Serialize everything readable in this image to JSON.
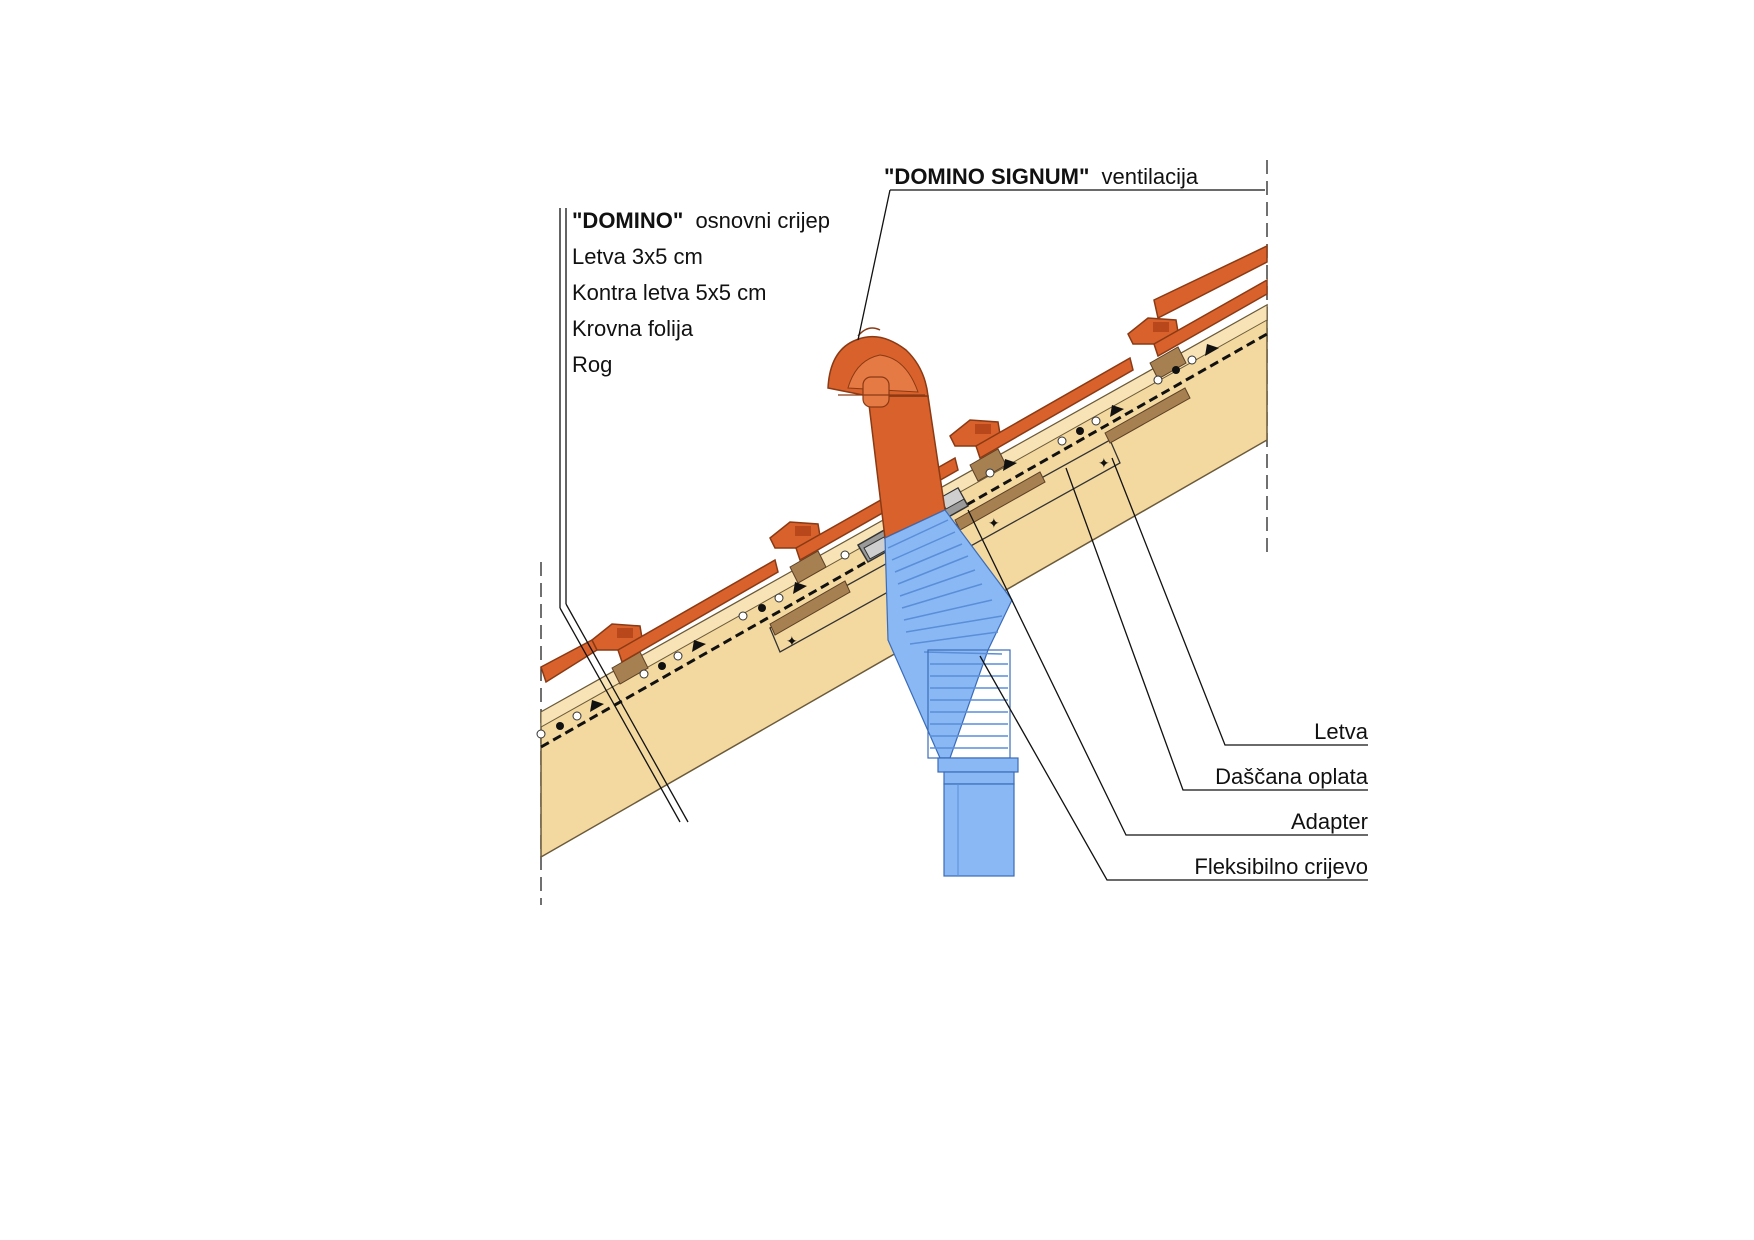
{
  "diagram": {
    "layer_labels": {
      "tile_brand": "\"DOMINO\"",
      "tile_desc": "osnovni crijep",
      "batten": "Letva 3x5 cm",
      "counter_batten": "Kontra letva 5x5 cm",
      "membrane": "Krovna folija",
      "rafter": "Rog"
    },
    "vent_label": {
      "brand": "\"DOMINO SIGNUM\"",
      "desc": "ventilacija"
    },
    "callouts": [
      "Letva",
      "Daščana oplata",
      "Adapter",
      "Fleksibilno crijevo"
    ],
    "colors": {
      "tile": "#d9612b",
      "tile_dark": "#b8481c",
      "rafter": "#f3d9a0",
      "batten": "#a68050",
      "hose": "#8ab8f5",
      "hose_dark": "#5a8ed8",
      "adapter": "#9a9a9a"
    }
  }
}
